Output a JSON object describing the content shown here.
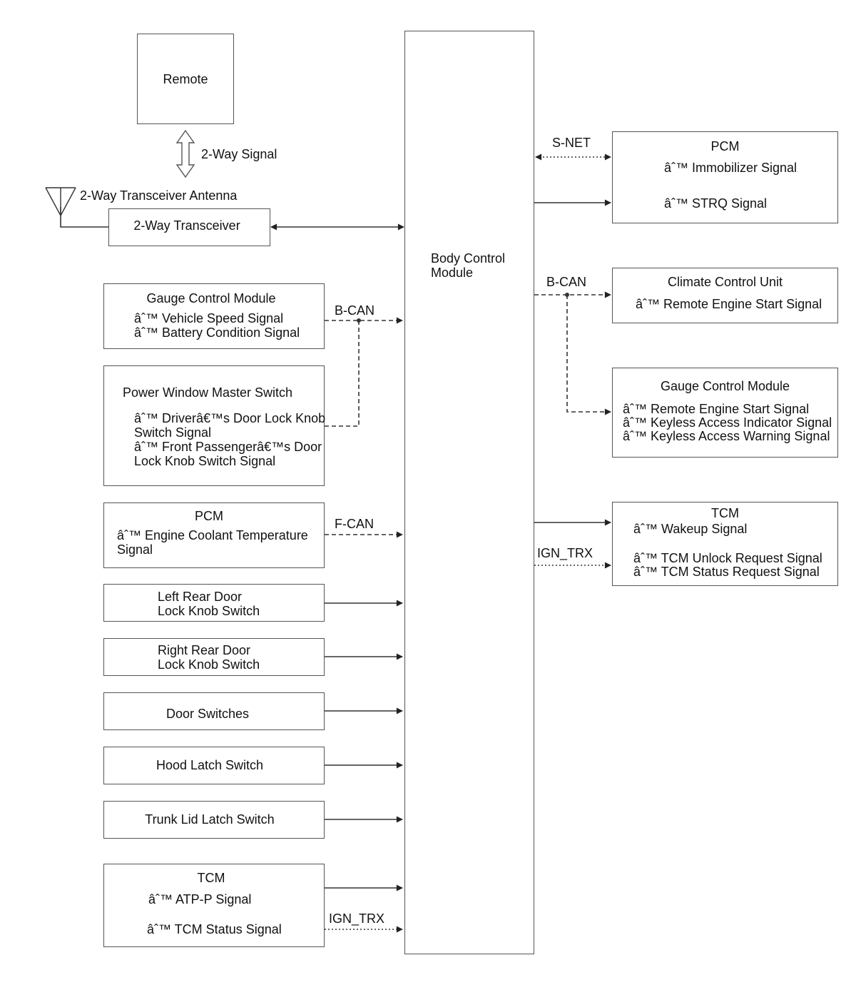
{
  "center": {
    "title_line1": "Body Control",
    "title_line2": "Module"
  },
  "remote": {
    "title": "Remote",
    "signal": "2-Way Signal"
  },
  "antenna": {
    "label": "2-Way Transceiver Antenna"
  },
  "transceiver": {
    "title": "2-Way Transceiver"
  },
  "left": {
    "gauge": {
      "title": "Gauge Control Module",
      "line1": "âˆ™ Vehicle Speed Signal",
      "line2": "âˆ™ Battery Condition Signal",
      "bus": "B-CAN"
    },
    "pwms": {
      "title": "Power Window Master Switch",
      "line1": "âˆ™ Driverâ€™s Door Lock Knob",
      "line2": "Switch Signal",
      "line3": "âˆ™ Front Passengerâ€™s Door",
      "line4": "Lock Knob Switch Signal"
    },
    "pcm": {
      "title": "PCM",
      "line1": "âˆ™ Engine Coolant Temperature",
      "line2": "Signal",
      "bus": "F-CAN"
    },
    "lrd": {
      "line1": "Left Rear Door",
      "line2": "Lock Knob Switch"
    },
    "rrd": {
      "line1": "Right Rear Door",
      "line2": "Lock Knob Switch"
    },
    "doors": {
      "title": "Door Switches"
    },
    "hood": {
      "title": "Hood Latch Switch"
    },
    "trunk": {
      "title": "Trunk Lid Latch Switch"
    },
    "tcm": {
      "title": "TCM",
      "line1": "âˆ™ ATP-P Signal",
      "line2": "âˆ™ TCM Status Signal",
      "bus": "IGN_TRX"
    }
  },
  "right": {
    "pcm": {
      "title": "PCM",
      "line1": "âˆ™ Immobilizer Signal",
      "line2": "âˆ™ STRQ Signal",
      "bus": "S-NET"
    },
    "climate": {
      "title": "Climate Control Unit",
      "line1": "âˆ™ Remote Engine Start Signal",
      "bus": "B-CAN"
    },
    "gauge": {
      "title": "Gauge Control Module",
      "line1": "âˆ™ Remote Engine Start Signal",
      "line2": "âˆ™ Keyless Access Indicator Signal",
      "line3": "âˆ™ Keyless Access Warning Signal"
    },
    "tcm": {
      "title": "TCM",
      "line1": "âˆ™ Wakeup Signal",
      "line2": "âˆ™ TCM Unlock Request Signal",
      "line3": "âˆ™ TCM Status Request Signal",
      "bus": "IGN_TRX"
    }
  }
}
